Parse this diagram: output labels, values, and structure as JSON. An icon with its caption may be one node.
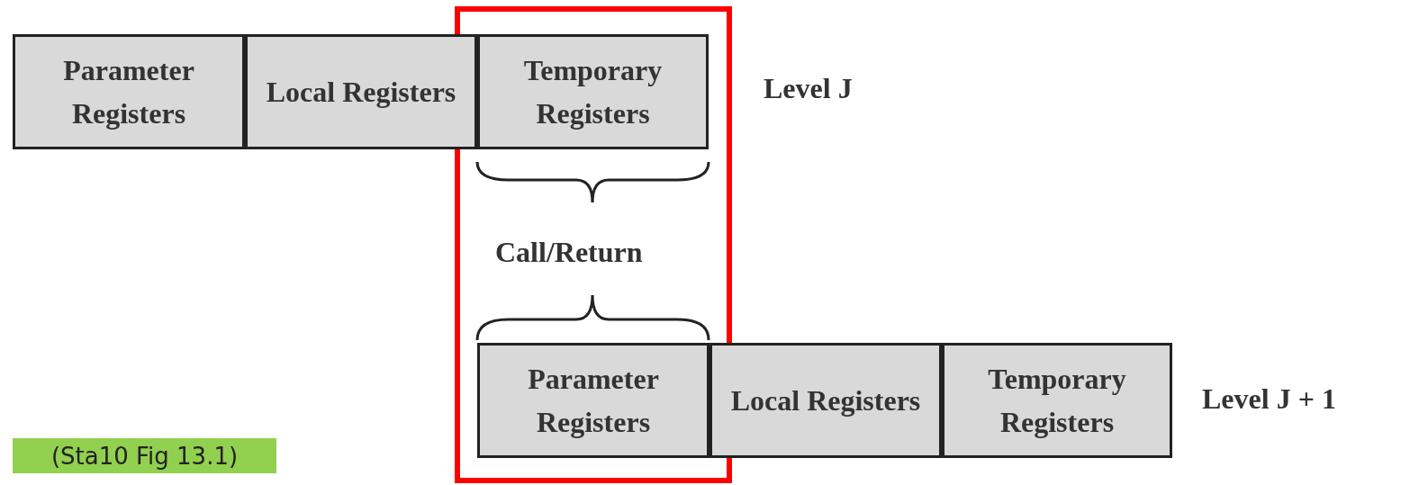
{
  "diagram": {
    "caption": "(Sta10 Fig 13.1)",
    "nodes": [
      {
        "text": [
          "Parameter Registers"
        ]
      },
      {
        "text": [
          "Local Registers"
        ]
      },
      {
        "text": [
          "Temporary Registers"
        ]
      },
      {
        "text": [
          "Parameter Registers"
        ]
      },
      {
        "text": [
          "Local Registers"
        ]
      },
      {
        "text": [
          "Temporary Registers"
        ]
      }
    ],
    "labels": [
      "Level J",
      "Call/Return",
      "Level J + 1"
    ]
  }
}
